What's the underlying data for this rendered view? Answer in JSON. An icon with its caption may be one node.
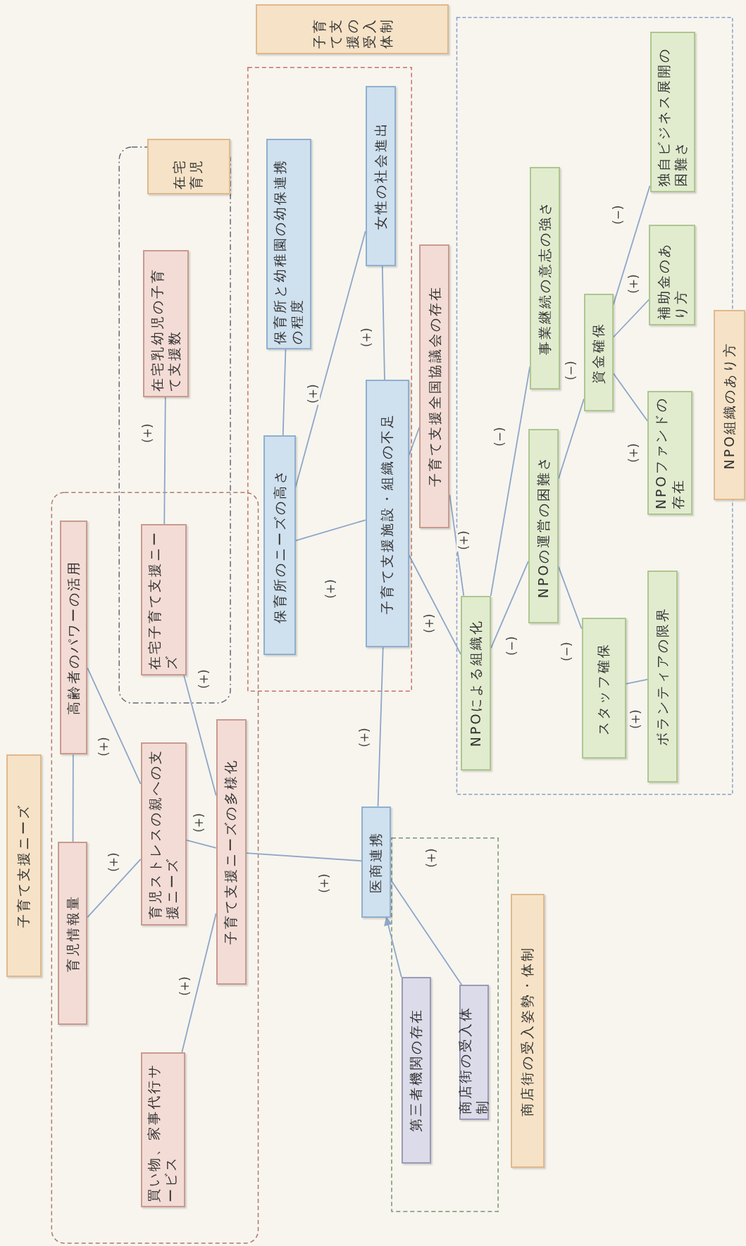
{
  "diagram": {
    "nodes": [
      {
        "text": [
          "子育て支援ニーズ"
        ]
      },
      {
        "text": [
          "在宅育児"
        ]
      },
      {
        "text": [
          "子育て支援の受入体制"
        ]
      },
      {
        "text": [
          "NPO組織のあり方"
        ]
      },
      {
        "text": [
          "商店街の受入姿勢・体制"
        ]
      },
      {
        "text": [
          "高齢者のパワーの活用"
        ]
      },
      {
        "text": [
          "育児情報量"
        ]
      },
      {
        "text": [
          "育児ストレスの親への支援ニーズ"
        ]
      },
      {
        "text": [
          "買い物、家事代行サービス"
        ]
      },
      {
        "text": [
          "子育て支援ニーズの多様化"
        ]
      },
      {
        "text": [
          "在宅子育て支援ニーズ"
        ]
      },
      {
        "text": [
          "在宅乳幼児の子育て支援数"
        ]
      },
      {
        "text": [
          "子育て支援全国協議会の存在"
        ]
      },
      {
        "text": [
          "保育所のニーズの高さ"
        ]
      },
      {
        "text": [
          "保育所と幼稚園の幼保連携の程度"
        ]
      },
      {
        "text": [
          "女性の社会進出"
        ]
      },
      {
        "text": [
          "子育て支援施設・組織の不足"
        ]
      },
      {
        "text": [
          "医商連携"
        ]
      },
      {
        "text": [
          "第三者機関の存在"
        ]
      },
      {
        "text": [
          "商店街の受入体制"
        ]
      },
      {
        "text": [
          "NPOによる組織化"
        ]
      },
      {
        "text": [
          "NPOの運営の困難さ"
        ]
      },
      {
        "text": [
          "事業継続の意志の強さ"
        ]
      },
      {
        "text": [
          "資金確保"
        ]
      },
      {
        "text": [
          "スタッフ確保"
        ]
      },
      {
        "text": [
          "ボランティアの限界"
        ]
      },
      {
        "text": [
          "NPOファンドの存在"
        ]
      },
      {
        "text": [
          "補助金のあり方"
        ]
      },
      {
        "text": [
          "独自ビジネス展開の困難さ"
        ]
      }
    ],
    "edges": [
      {
        "from": 6,
        "to": 5,
        "arrow": "none"
      },
      {
        "from": 5,
        "to": 7,
        "arrow": "none",
        "label": "(+)"
      },
      {
        "from": 6,
        "to": 7,
        "arrow": "none",
        "label": "(+)"
      },
      {
        "from": 7,
        "to": 9,
        "arrow": "none",
        "label": "(+)"
      },
      {
        "from": 10,
        "to": 9,
        "arrow": "none",
        "label": "(+)"
      },
      {
        "from": 8,
        "to": 9,
        "arrow": "none",
        "label": "(+)"
      },
      {
        "from": 9,
        "to": 17,
        "arrow": "none",
        "label": "(+)"
      },
      {
        "from": 11,
        "to": 10,
        "arrow": "none",
        "label": "(+)"
      },
      {
        "from": 14,
        "to": 13,
        "arrow": "none"
      },
      {
        "from": 13,
        "to": 15,
        "arrow": "none",
        "label": "(+)"
      },
      {
        "from": 13,
        "to": 16,
        "arrow": "none",
        "label": "(+)"
      },
      {
        "from": 15,
        "to": 16,
        "arrow": "none",
        "label": "(+)"
      },
      {
        "from": 16,
        "to": 17,
        "arrow": "none",
        "label": "(+)"
      },
      {
        "from": 16,
        "to": 12,
        "arrow": "none"
      },
      {
        "from": 16,
        "to": 20,
        "arrow": "none",
        "label": "(+)"
      },
      {
        "from": 12,
        "to": 20,
        "arrow": "none",
        "label": "(+)"
      },
      {
        "from": 20,
        "to": 22,
        "arrow": "none",
        "label": "(−)"
      },
      {
        "from": 20,
        "to": 21,
        "arrow": "none",
        "label": "(−)"
      },
      {
        "from": 21,
        "to": 23,
        "arrow": "none",
        "label": "(−)"
      },
      {
        "from": 21,
        "to": 24,
        "arrow": "none",
        "label": "(−)"
      },
      {
        "from": 23,
        "to": 28,
        "arrow": "none",
        "label": "(−)"
      },
      {
        "from": 23,
        "to": 27,
        "arrow": "none",
        "label": "(+)"
      },
      {
        "from": 23,
        "to": 26,
        "arrow": "none",
        "label": "(+)"
      },
      {
        "from": 24,
        "to": 25,
        "arrow": "none",
        "label": "(+)"
      },
      {
        "from": 19,
        "to": 17,
        "arrow": "none",
        "label": "(+)"
      },
      {
        "from": 18,
        "to": 17,
        "arrow": "to"
      }
    ]
  }
}
